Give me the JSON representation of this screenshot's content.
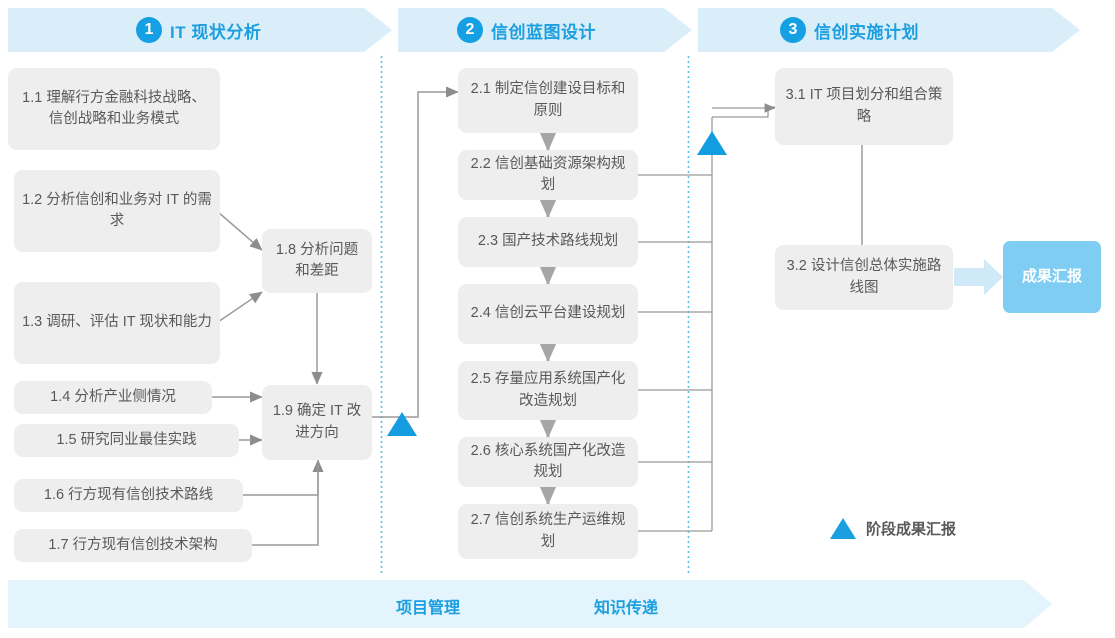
{
  "diagram": {
    "title_phases": [
      {
        "number": "1",
        "label": "IT 现状分析"
      },
      {
        "number": "2",
        "label": "信创蓝图设计"
      },
      {
        "number": "3",
        "label": "信创实施计划"
      }
    ],
    "column1_tasks": [
      {
        "id": "1.1",
        "text": "1.1 理解行方金融科技战略、信创战略和业务模式"
      },
      {
        "id": "1.2",
        "text": "1.2 分析信创和业务对 IT 的需求"
      },
      {
        "id": "1.3",
        "text": "1.3 调研、评估 IT 现状和能力"
      },
      {
        "id": "1.4",
        "text": "1.4 分析产业侧情况"
      },
      {
        "id": "1.5",
        "text": "1.5 研究同业最佳实践"
      },
      {
        "id": "1.6",
        "text": "1.6 行方现有信创技术路线"
      },
      {
        "id": "1.7",
        "text": "1.7 行方现有信创技术架构"
      },
      {
        "id": "1.8",
        "text": "1.8 分析问题和差距"
      },
      {
        "id": "1.9",
        "text": "1.9 确定 IT 改进方向"
      }
    ],
    "column2_tasks": [
      {
        "id": "2.1",
        "text": "2.1 制定信创建设目标和原则"
      },
      {
        "id": "2.2",
        "text": "2.2 信创基础资源架构规划"
      },
      {
        "id": "2.3",
        "text": "2.3 国产技术路线规划"
      },
      {
        "id": "2.4",
        "text": "2.4 信创云平台建设规划"
      },
      {
        "id": "2.5",
        "text": "2.5 存量应用系统国产化改造规划"
      },
      {
        "id": "2.6",
        "text": "2.6 核心系统国产化改造规划"
      },
      {
        "id": "2.7",
        "text": "2.7 信创系统生产运维规划"
      }
    ],
    "column3_tasks": [
      {
        "id": "3.1",
        "text": "3.1 IT 项目划分和组合策略"
      },
      {
        "id": "3.2",
        "text": "3.2 设计信创总体实施路线图"
      }
    ],
    "result_chip": {
      "text": "成果汇报"
    },
    "legend": {
      "label": "阶段成果汇报",
      "marker": "stage-milestone-triangle"
    },
    "bottom_band": {
      "labels": [
        "项目管理",
        "知识传递"
      ]
    },
    "colors": {
      "accent": "#1b9fe0",
      "band": "#daeef9",
      "band_bottom": "#e3f4fc",
      "box": "#eeeeee",
      "text": "#58595b",
      "chip": "#7fcdf2",
      "connector": "#9a9a9a",
      "divider": "#57c2e8"
    }
  }
}
